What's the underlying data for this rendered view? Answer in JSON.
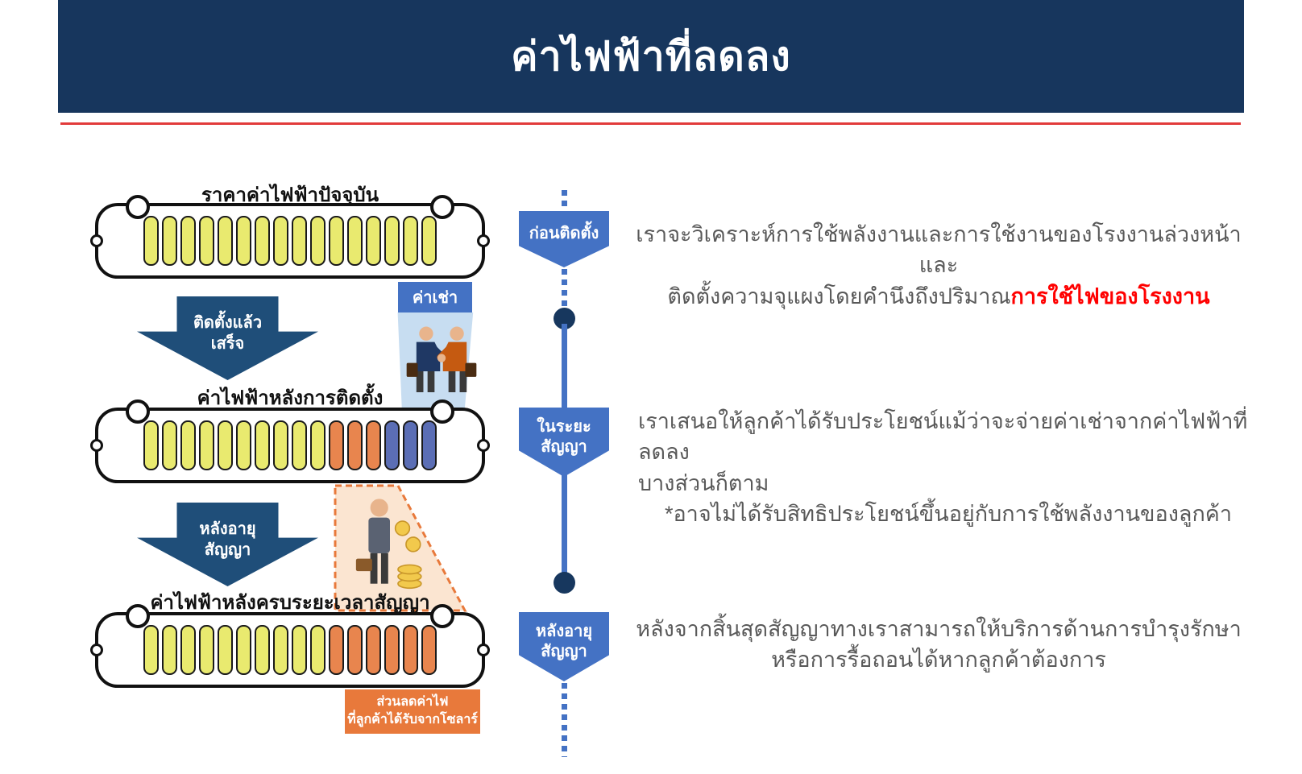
{
  "colors": {
    "header_bg": "#17365d",
    "divider_red": "#e23b3b",
    "arrow_navy": "#1f4e79",
    "timeline_blue": "#4472c4",
    "timeline_dot_navy": "#17375e",
    "cell_yellow": "#e9ea6f",
    "cell_orange": "#e8854e",
    "cell_blue": "#5b6eb5",
    "discount_orange": "#e8793b",
    "rent_blue": "#4472c4",
    "body_text": "#595959",
    "highlight_red": "#ff0000"
  },
  "header": {
    "title": "ค่าไฟฟ้าที่ลดลง"
  },
  "diagram": {
    "batteries": [
      {
        "label": "ราคาค่าไฟฟ้าปัจจุบัน",
        "segments": [
          {
            "color": "#e9ea6f",
            "count": 16
          }
        ]
      },
      {
        "label": "ค่าไฟฟ้าหลังการติดตั้ง",
        "segments": [
          {
            "color": "#e9ea6f",
            "count": 10
          },
          {
            "color": "#e8854e",
            "count": 3
          },
          {
            "color": "#5b6eb5",
            "count": 3
          }
        ]
      },
      {
        "label": "ค่าไฟฟ้าหลังครบระยะเวลาสัญญา",
        "segments": [
          {
            "color": "#e9ea6f",
            "count": 10
          },
          {
            "color": "#e8854e",
            "count": 6
          }
        ]
      }
    ],
    "arrow1": {
      "line1": "ติดตั้งแล้ว",
      "line2": "เสร็จ"
    },
    "arrow2": {
      "line1": "หลังอายุ",
      "line2": "สัญญา"
    },
    "rent_label": "ค่าเช่า",
    "discount_label": {
      "line1": "ส่วนลดค่าไฟ",
      "line2": "ที่ลูกค้าได้รับจากโซลาร์"
    }
  },
  "timeline": {
    "stage1_label": "ก่อนติดตั้ง",
    "stage2_line1": "ในระยะ",
    "stage2_line2": "สัญญา",
    "stage3_line1": "หลังอายุ",
    "stage3_line2": "สัญญา"
  },
  "descriptions": [
    {
      "line1": "เราจะวิเคราะห์การใช้พลังงานและการใช้งานของโรงงานล่วงหน้าและ",
      "line2_prefix": "ติดตั้งความจุแผงโดยคำนึงถึงปริมาณ",
      "line2_highlight": "การใช้ไฟของโรงงาน"
    },
    {
      "line1": "เราเสนอให้ลูกค้าได้รับประโยชน์แม้ว่าจะจ่ายค่าเช่าจากค่าไฟฟ้าที่ลดลง",
      "line2": "บางส่วนก็ตาม",
      "line3": "*อาจไม่ได้รับสิทธิประโยชน์ขึ้นอยู่กับการใช้พลังงานของลูกค้า"
    },
    {
      "line1": "หลังจากสิ้นสุดสัญญาทางเราสามารถให้บริการด้านการบำรุงรักษา",
      "line2": "หรือการรื้อถอนได้หากลูกค้าต้องการ"
    }
  ]
}
